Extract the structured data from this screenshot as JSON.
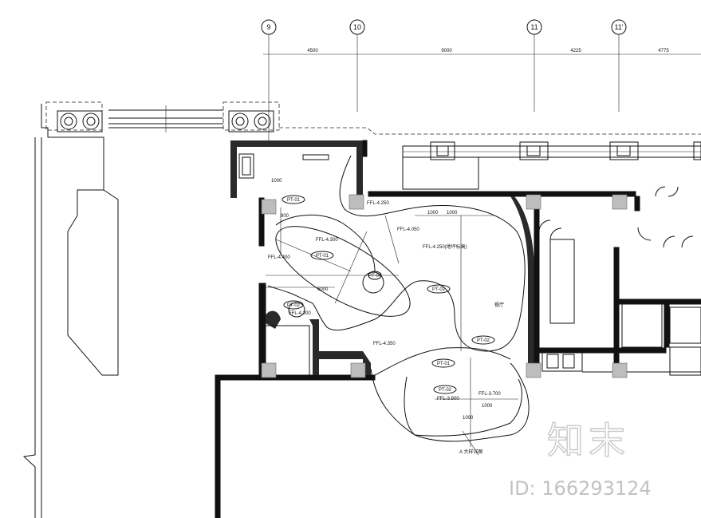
{
  "axes": [
    {
      "label": "9"
    },
    {
      "label": "10"
    },
    {
      "label": "11"
    },
    {
      "label": "11'"
    }
  ],
  "dimensions": [
    "4500",
    "9000",
    "4225",
    "4775"
  ],
  "tags": {
    "pt01_a": "PT-01",
    "pt01_b": "PT-01",
    "pt01_c": "PT-01",
    "pt02_a": "PT-02",
    "pt02_b": "PT-02",
    "pt02_c": "PT-02",
    "pt02_d": "PT-02",
    "pt04": "PT-04"
  },
  "levels": {
    "ffl_4300": "FFL-4.300",
    "ffl_4400": "FFL-4.400",
    "ffl_4050": "FFL-4.050",
    "ffl_4250": "FFL-4.250",
    "ffl_4250_note": "FFL-4.250(地坪标高)",
    "ffl_4350": "FFL-4.350",
    "ffl_3700": "FFL-3.700",
    "ffl_3800": "FFL-3.800",
    "ffl_4300_b": "FFL-4.300"
  },
  "small_dims": [
    "1000",
    "1000",
    "800",
    "5000",
    "1000",
    "1000",
    "1000"
  ],
  "room_label": "餐厅",
  "note_bottom": "A 大样详图",
  "watermark": {
    "logo": "知末",
    "id": "ID: 166293124"
  }
}
